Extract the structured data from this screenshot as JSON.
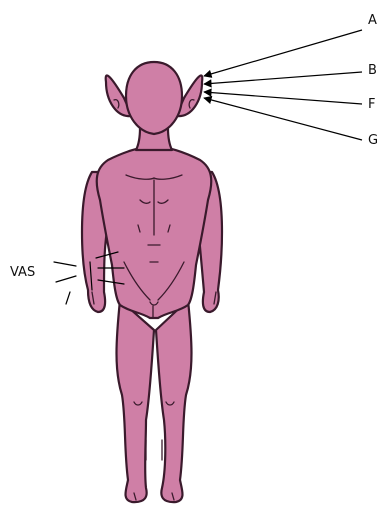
{
  "labels": {
    "a": "A",
    "b": "B",
    "f": "F",
    "g": "G",
    "vas": "VAS"
  },
  "colors": {
    "skin": "#cf7fa6",
    "outline": "#3a1a2c",
    "label_text": "#111111",
    "background": "#ffffff"
  }
}
